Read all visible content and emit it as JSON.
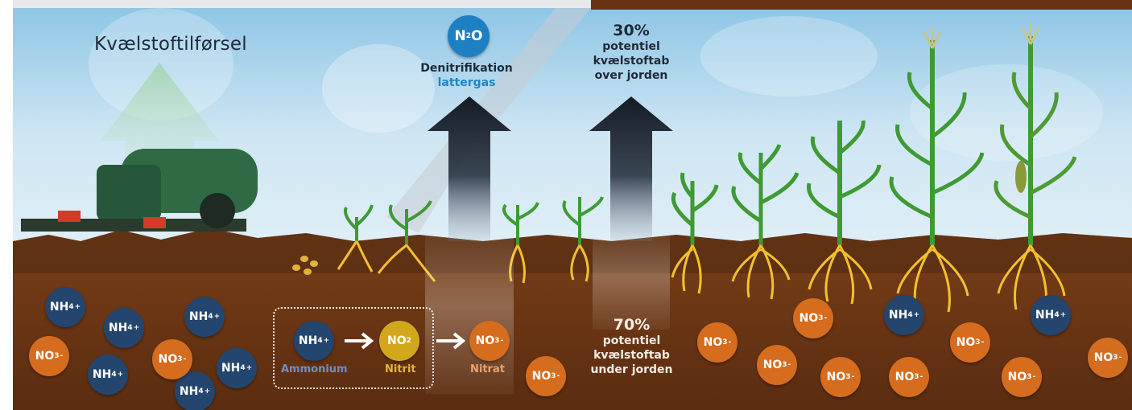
{
  "title": "Kvælstoftilførsel",
  "denitrification": {
    "formula_main": "N",
    "formula_sub": "2",
    "formula_end": "O",
    "label": "Denitrifikation",
    "sublabel": "lattergas"
  },
  "loss_above": {
    "percent": "30%",
    "line1": "potentiel",
    "line2": "kvælstoftab",
    "line3": "over jorden"
  },
  "loss_below": {
    "percent": "70%",
    "line1": "potentiel",
    "line2": "kvælstoftab",
    "line3": "under jorden"
  },
  "ion_text": {
    "nh": "NH",
    "nh_sub": "4",
    "nh_sup": "+",
    "no": "NO",
    "no3_sub": "3",
    "no3_sup": "-",
    "no2_sub": "2"
  },
  "cycle": {
    "ammonium": "Ammonium",
    "nitrite": "Nitrit",
    "nitrate": "Nitrat"
  },
  "colors": {
    "ammonium": "#24456d",
    "nitrate": "#d56c1e",
    "nitrite": "#d3a71b",
    "n2o": "#1e80c3",
    "soil": "#6b3514",
    "sky": "#a9d3ea",
    "plant": "#3f9a34",
    "root": "#f2c02e"
  }
}
